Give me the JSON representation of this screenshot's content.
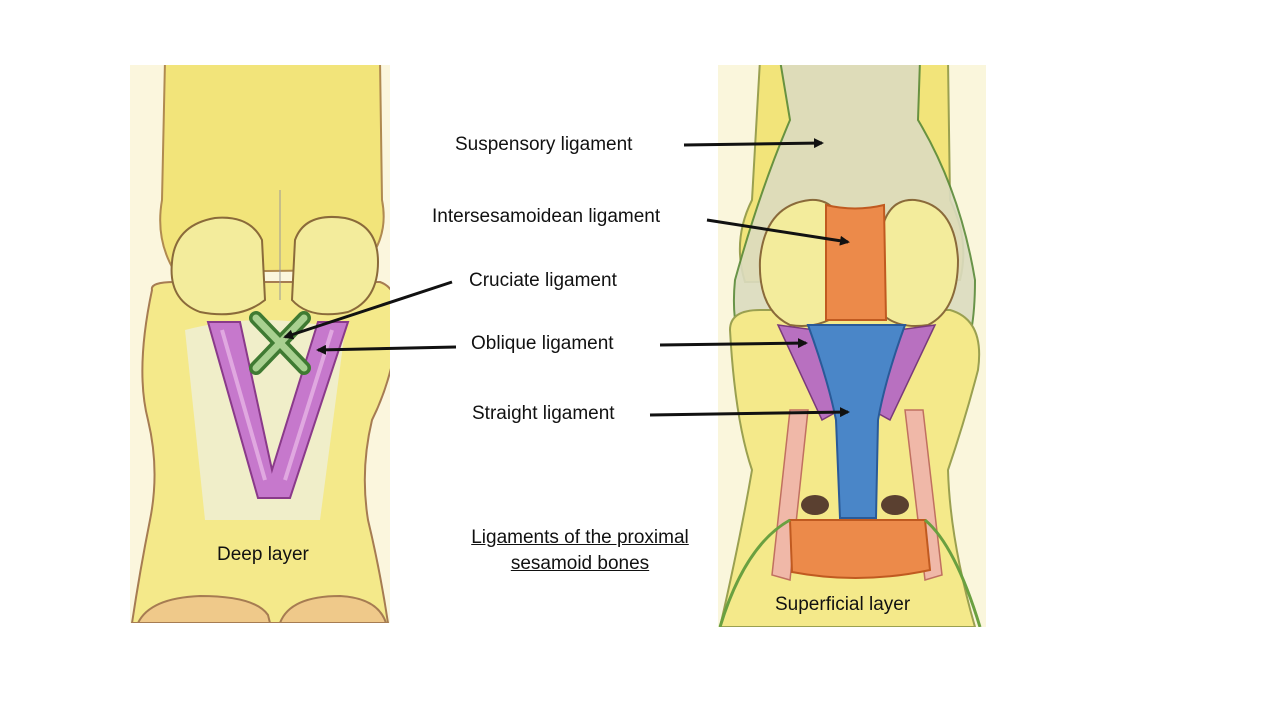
{
  "labels": {
    "suspensory": "Suspensory ligament",
    "intersesamoidean": "Intersesamoidean ligament",
    "cruciate": "Cruciate ligament",
    "oblique": "Oblique ligament",
    "straight": "Straight ligament",
    "deep_layer": "Deep layer",
    "superficial_layer": "Superficial layer"
  },
  "title": {
    "line1": "Ligaments of the proximal",
    "line2": "sesamoid bones"
  },
  "colors": {
    "bone": "#f4e98a",
    "bone_outline": "#a67c52",
    "sesamoid": "#f6f1c8",
    "oblique_ligament": "#c070c8",
    "cruciate_ligament": "#4a8a3a",
    "intersesamoidean_ligament": "#ec8a4a",
    "straight_ligament": "#4a86c8",
    "suspensory_ligament": "#d8d8b8",
    "arrow": "#111111"
  }
}
